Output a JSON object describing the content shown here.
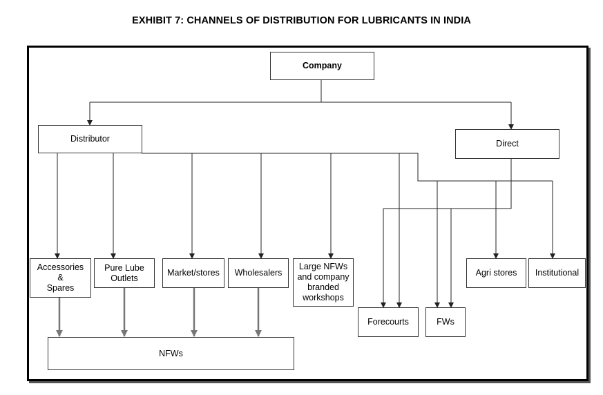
{
  "title": "EXHIBIT 7: CHANNELS OF DISTRIBUTION FOR LUBRICANTS IN INDIA",
  "nodes": {
    "company": "Company",
    "distributor": "Distributor",
    "direct": "Direct",
    "accessories": "Accessories\n&\nSpares",
    "pure_lube": "Pure Lube\nOutlets",
    "market_stores": "Market/stores",
    "wholesalers": "Wholesalers",
    "large_nfws": "Large NFWs\nand company\nbranded\nworkshops",
    "forecourts": "Forecourts",
    "fws": "FWs",
    "agri_stores": "Agri stores",
    "institutional": "Institutional",
    "nfws": "NFWs"
  },
  "edges": [
    [
      "Company",
      "Distributor"
    ],
    [
      "Company",
      "Direct"
    ],
    [
      "Distributor",
      "Accessories & Spares"
    ],
    [
      "Distributor",
      "Pure Lube Outlets"
    ],
    [
      "Distributor",
      "Market/stores"
    ],
    [
      "Distributor",
      "Wholesalers"
    ],
    [
      "Distributor",
      "Large NFWs and company branded workshops"
    ],
    [
      "Distributor",
      "Forecourts"
    ],
    [
      "Distributor",
      "FWs"
    ],
    [
      "Distributor",
      "Agri stores"
    ],
    [
      "Distributor",
      "Institutional"
    ],
    [
      "Direct",
      "Forecourts"
    ],
    [
      "Direct",
      "FWs"
    ],
    [
      "Direct",
      "Agri stores"
    ],
    [
      "Direct",
      "Institutional"
    ],
    [
      "Accessories & Spares",
      "NFWs"
    ],
    [
      "Pure Lube Outlets",
      "NFWs"
    ],
    [
      "Market/stores",
      "NFWs"
    ],
    [
      "Wholesalers",
      "NFWs"
    ]
  ]
}
